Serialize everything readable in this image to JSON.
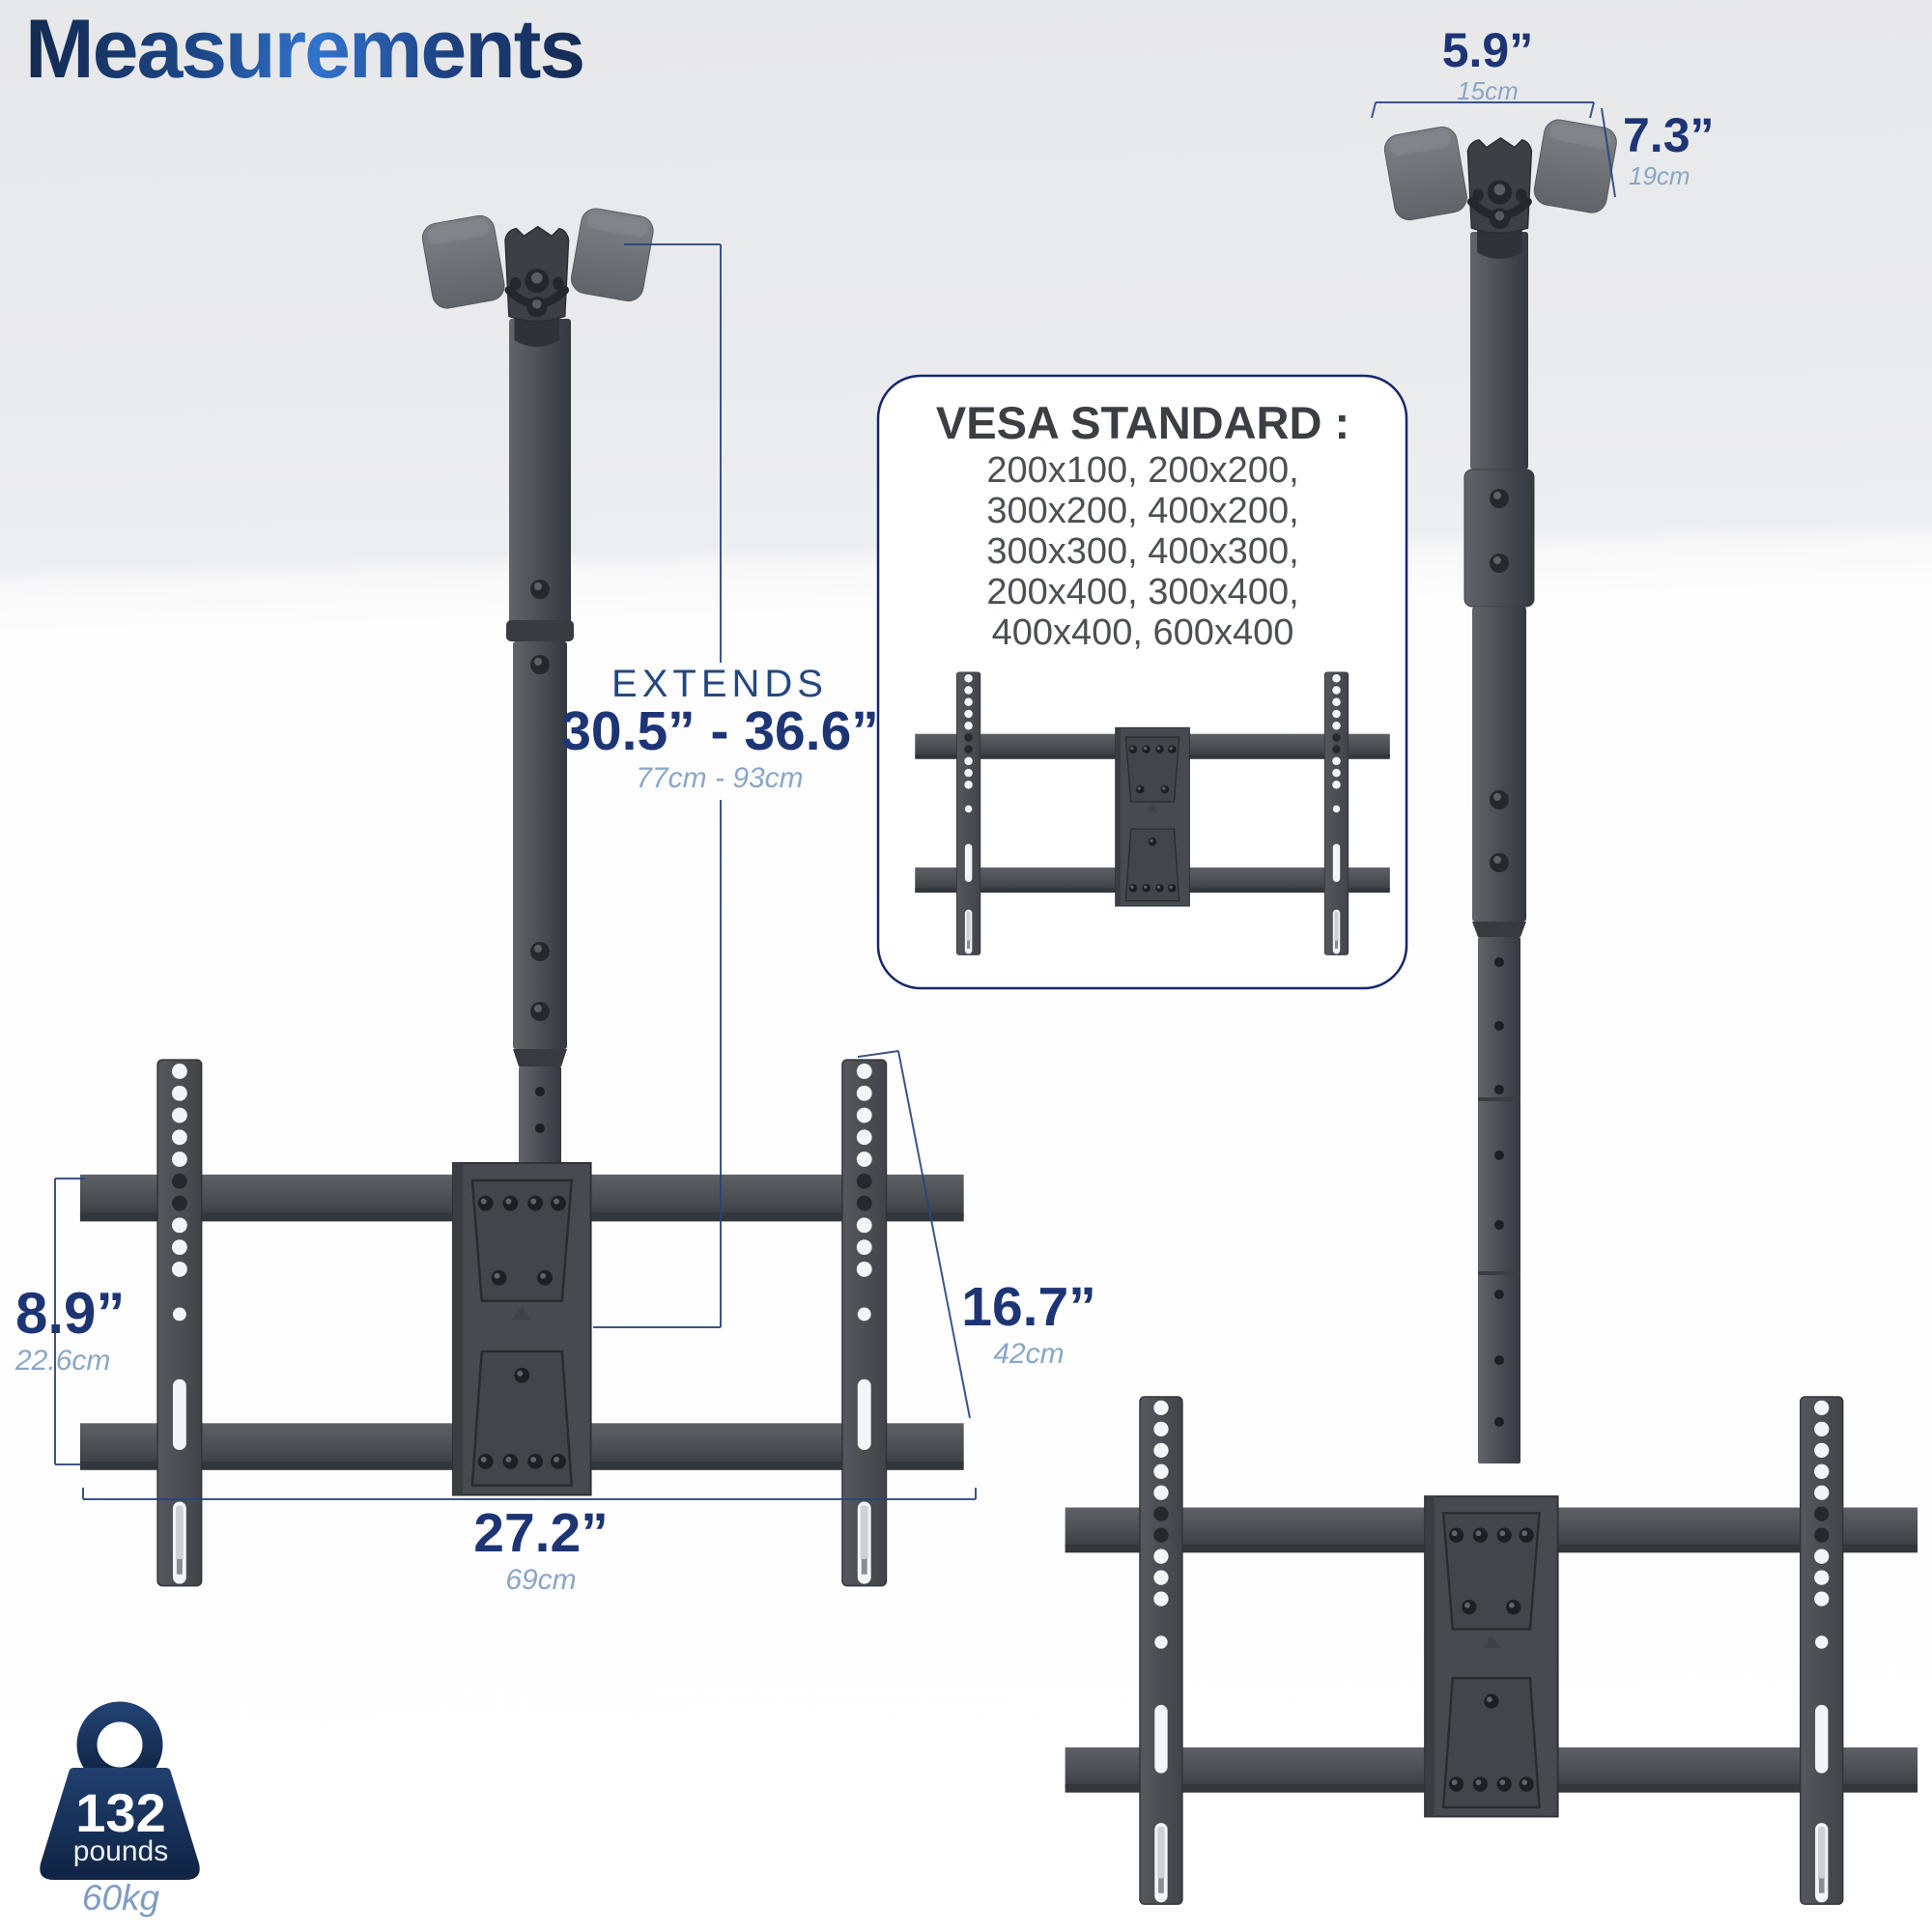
{
  "title": "Measurements",
  "vesa_panel": {
    "heading": "VESA STANDARD :",
    "sizes": [
      "200x100, 200x200,",
      "300x200, 400x200,",
      "300x300, 400x300,",
      "200x400, 300x400,",
      "400x400, 600x400"
    ]
  },
  "dimensions": {
    "extends": {
      "label": "EXTENDS",
      "inches": "30.5” - 36.6”",
      "metric": "77cm - 93cm"
    },
    "bracket_height_side": {
      "inches": "8.9”",
      "metric": "22.6cm"
    },
    "rail_height": {
      "inches": "16.7”",
      "metric": "42cm"
    },
    "crossbar_width": {
      "inches": "27.2”",
      "metric": "69cm"
    },
    "ceiling_plate_width": {
      "inches": "5.9”",
      "metric": "15cm"
    },
    "ceiling_plate_depth": {
      "inches": "7.3”",
      "metric": "19cm"
    }
  },
  "weight_capacity": {
    "value": "132",
    "unit": "pounds",
    "metric": "60kg"
  },
  "colors": {
    "accent_navy": "#1d3574",
    "metric_blue": "#8aa6c6",
    "mount_gray": "#4a4e52",
    "pad_gray": "#75797e",
    "panel_border": "#17266b",
    "background_top": "#e8e9eb",
    "background_bottom": "#ffffff",
    "weight_badge": "#16335f"
  }
}
